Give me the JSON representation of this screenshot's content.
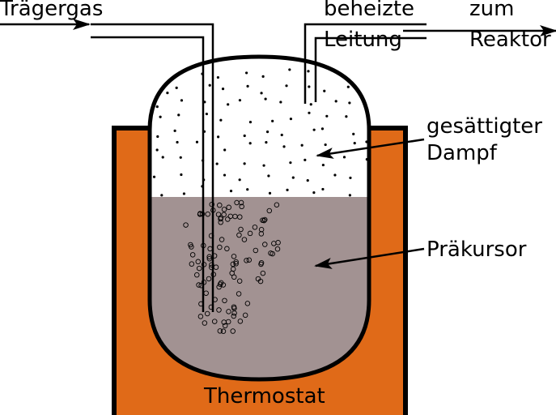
{
  "labels": {
    "carrier_gas": "Trägergas",
    "heated_line_1": "beheizte",
    "heated_line_2": "Leitung",
    "to_reactor_1": "zum",
    "to_reactor_2": "Reaktor",
    "saturated_vapor_1": "gesättigter",
    "saturated_vapor_2": "Dampf",
    "precursor": "Präkursor",
    "thermostat": "Thermostat"
  },
  "colors": {
    "thermostat": "#e06a18",
    "liquid": "#a29292",
    "outline": "#000000"
  }
}
